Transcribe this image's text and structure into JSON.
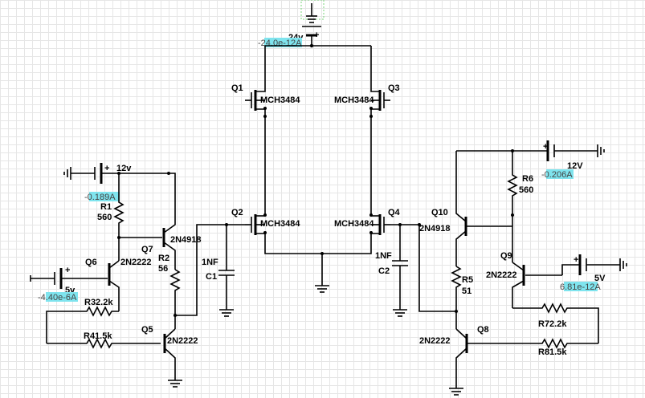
{
  "supplies": {
    "v24": {
      "label": "24v",
      "current": "-24.0e-12A"
    },
    "v12_left": {
      "label": "12v"
    },
    "v12_right": {
      "label": "12V",
      "current": "-0.206A"
    },
    "v5_left": {
      "label": "5v",
      "current": "-4.40e-6A"
    },
    "v5_right": {
      "label": "5V",
      "current": "6.81e-12A"
    }
  },
  "measurements": {
    "r1_current": "-0.189A"
  },
  "plus_sign": "+",
  "mosfets": {
    "q1": {
      "ref": "Q1",
      "part": "MCH3484"
    },
    "q2": {
      "ref": "Q2",
      "part": "MCH3484"
    },
    "q3": {
      "ref": "Q3",
      "part": "MCH3484"
    },
    "q4": {
      "ref": "Q4",
      "part": "MCH3484"
    }
  },
  "bjts": {
    "q5": {
      "ref": "Q5",
      "part": "2N2222"
    },
    "q6": {
      "ref": "Q6",
      "part": "2N2222"
    },
    "q7": {
      "ref": "Q7",
      "part": "2N4918"
    },
    "q8": {
      "ref": "Q8",
      "part": "2N2222"
    },
    "q9": {
      "ref": "Q9",
      "part": "2N2222"
    },
    "q10": {
      "ref": "Q10",
      "part": "2N4918"
    }
  },
  "resistors": {
    "r1": {
      "ref": "R1",
      "value": "560"
    },
    "r2": {
      "ref": "R2",
      "value": "56"
    },
    "r3": {
      "label": "R32.2k"
    },
    "r4": {
      "label": "R41.5k"
    },
    "r5": {
      "ref": "R5",
      "value": "51"
    },
    "r6": {
      "ref": "R6",
      "value": "560"
    },
    "r7": {
      "label": "R72.2k"
    },
    "r8": {
      "label": "R81.5k"
    }
  },
  "capacitors": {
    "c1": {
      "ref": "C1",
      "value": "1NF"
    },
    "c2": {
      "ref": "C2",
      "value": "1NF"
    }
  }
}
